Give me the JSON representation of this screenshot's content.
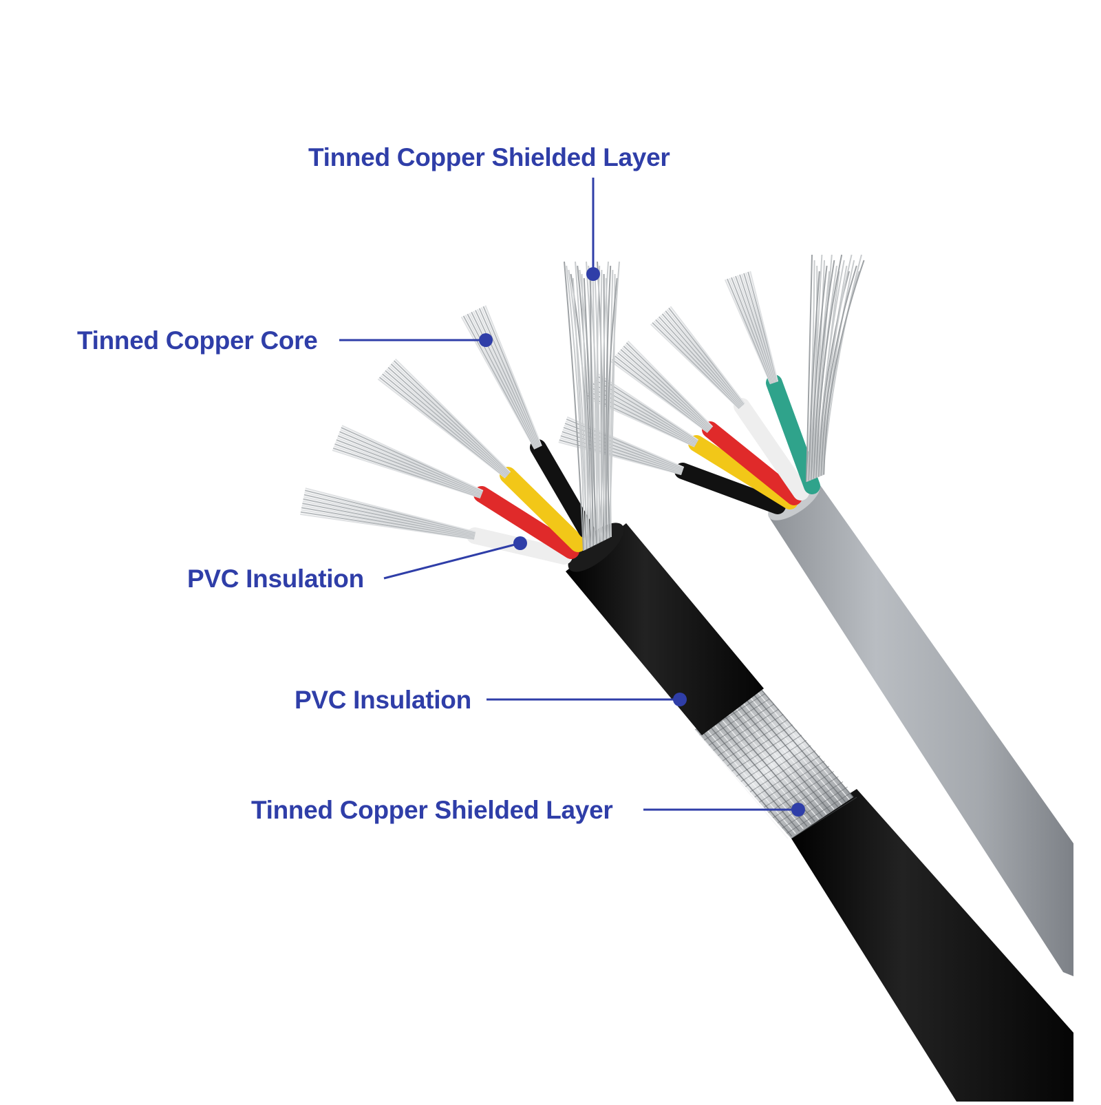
{
  "colors": {
    "label": "#2f3ea8",
    "leader": "#2f3ea8",
    "jacket_black": "#0d0d0d",
    "jacket_gray": "#a9adb2",
    "strand_silver": "#c9ccce",
    "wire_red": "#e02a2a",
    "wire_yellow": "#f2c718",
    "wire_white": "#eeeeee",
    "wire_green": "#2fa38b",
    "wire_black": "#111111"
  },
  "labels": {
    "top_shield": "Tinned Copper Shielded Layer",
    "core": "Tinned Copper Core",
    "inner_insulation": "PVC Insulation",
    "outer_insulation": "PVC Insulation",
    "bottom_shield": "Tinned Copper Shielded Layer"
  }
}
